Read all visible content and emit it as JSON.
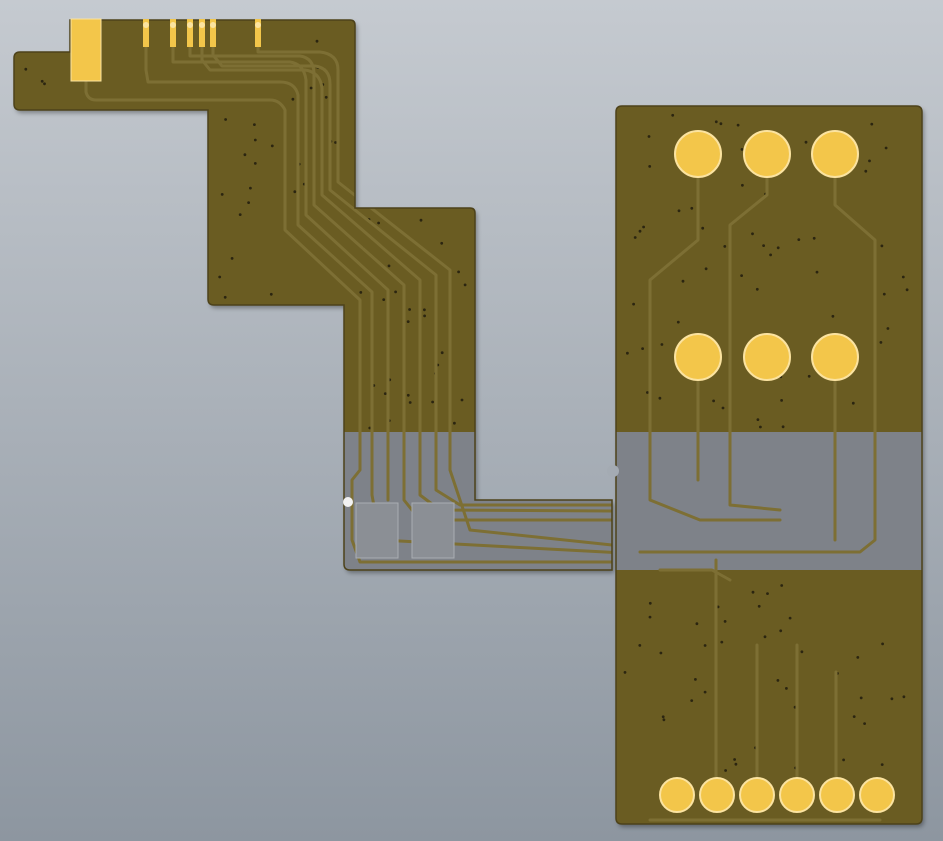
{
  "scene": {
    "background_top": "#c5cad0",
    "background_bottom": "#8d96a0",
    "viewer": "pcb-3d-view"
  },
  "colors": {
    "substrate": "#6b5c24",
    "substrate_edge": "#4d421a",
    "stiffener": "#7e8289",
    "trace": "#7d6f34",
    "trace_edge": "#5b5021",
    "copper_pad": "#f3c64a",
    "copper_pad_edge": "#fbe3a0",
    "component_pad": "#8b8f95",
    "via": "#2b2510"
  },
  "components": {
    "connector_pins": 6,
    "round_pads_upper": 3,
    "round_pads_middle": 3,
    "round_pads_bottom": 6,
    "square_pads": 2
  }
}
